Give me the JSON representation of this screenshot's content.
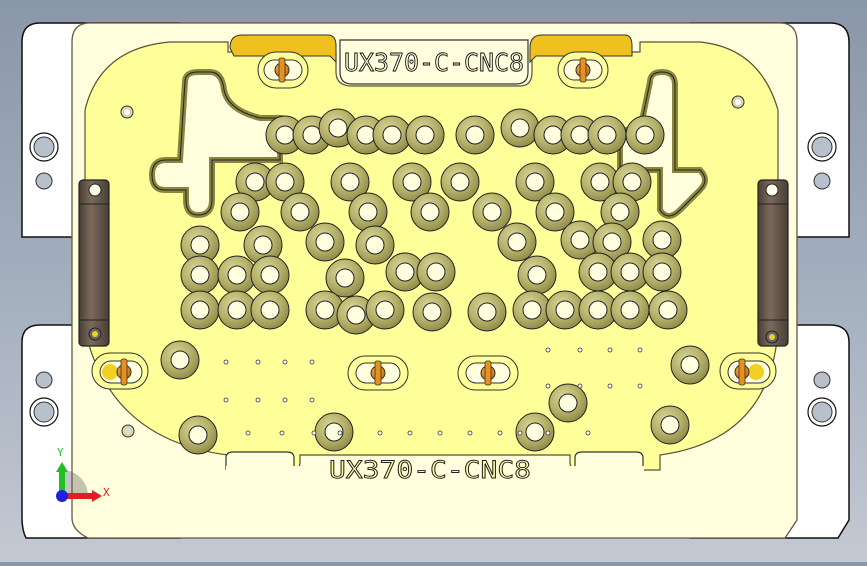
{
  "viewport": {
    "background_top": "#8a97a8",
    "background_bottom": "#c4c8d2"
  },
  "part": {
    "engraving_top": "UX370-C-CNC8",
    "engraving_bottom": "UX370-C-CNC8"
  },
  "colors": {
    "base_plate": "#ffffff",
    "fixture_plate": "#ffffdd",
    "pocket_face": "#ffff99",
    "boss_ring": "#b8b46a",
    "boss_ring_dark": "#8f8a48",
    "hole": "#ffffe0",
    "pin": "#e8901c",
    "clamp_bar": "#6e5f52",
    "tab_yellow": "#f0c020",
    "outline": "#1a1a1a",
    "bolt_hole": "#b8c0cc"
  },
  "triad": {
    "x_label": "X",
    "y_label": "Y",
    "x_color": "#e02020",
    "y_color": "#20c020",
    "z_color": "#2020e0"
  }
}
